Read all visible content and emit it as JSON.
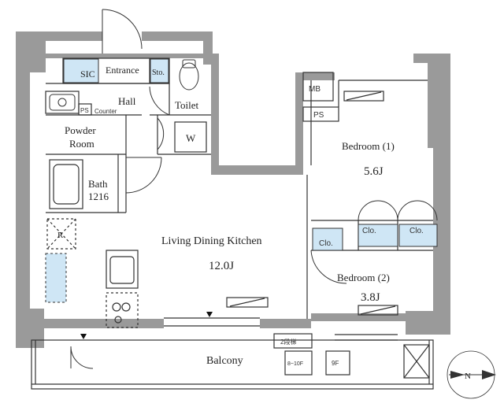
{
  "rooms": {
    "sic": "SIC",
    "entrance": "Entrance",
    "storage": "Sto.",
    "hall": "Hall",
    "toilet": "Toilet",
    "counter": "Counter",
    "ps_hall": "PS",
    "powder_room_line1": "Powder",
    "powder_room_line2": "Room",
    "washer": "W",
    "bath_line1": "Bath",
    "bath_line2": "1216",
    "refrigerator": "R",
    "mb": "MB",
    "ps_bedroom": "PS",
    "bedroom1": "Bedroom (1)",
    "bedroom1_size": "5.6J",
    "closet_a": "Clo.",
    "closet_b": "Clo.",
    "closet_c": "Clo.",
    "ldk": "Living Dining Kitchen",
    "ldk_size": "12.0J",
    "bedroom2": "Bedroom (2)",
    "bedroom2_size": "3.8J",
    "balcony": "Balcony",
    "hatch_top": "2段梯",
    "hatch_left": "8~10F",
    "hatch_right": "9F",
    "north_label": "N"
  },
  "colors": {
    "wall": "#9a9a9a",
    "storage_fill": "#cfe6f5",
    "line": "#333333"
  }
}
